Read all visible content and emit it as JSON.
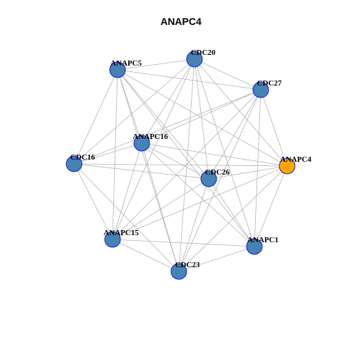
{
  "diagram": {
    "title": "ANAPC4",
    "node_color": "#4682b4",
    "focus_color": "#ffa500",
    "node_border_color": "#1a1adb",
    "edge_color": "#b4b4b4",
    "nodes": [
      {
        "id": "ANAPC5",
        "label": "ANAPC5",
        "focus": false
      },
      {
        "id": "CDC20",
        "label": "CDC20",
        "focus": false
      },
      {
        "id": "CDC27",
        "label": "CDC27",
        "focus": false
      },
      {
        "id": "ANAPC16",
        "label": "ANAPC16",
        "focus": false
      },
      {
        "id": "ANAPC4",
        "label": "ANAPC4",
        "focus": true
      },
      {
        "id": "CDC16",
        "label": "CDC16",
        "focus": false
      },
      {
        "id": "CDC26",
        "label": "CDC26",
        "focus": false
      },
      {
        "id": "ANAPC15",
        "label": "ANAPC15",
        "focus": false
      },
      {
        "id": "ANAPC1",
        "label": "ANAPC1",
        "focus": false
      },
      {
        "id": "CDC23",
        "label": "CDC23",
        "focus": false
      }
    ],
    "edges": [
      [
        "ANAPC5",
        "CDC20"
      ],
      [
        "ANAPC5",
        "CDC27"
      ],
      [
        "ANAPC5",
        "ANAPC16"
      ],
      [
        "ANAPC5",
        "CDC16"
      ],
      [
        "ANAPC5",
        "CDC26"
      ],
      [
        "ANAPC5",
        "ANAPC15"
      ],
      [
        "ANAPC5",
        "ANAPC1"
      ],
      [
        "ANAPC5",
        "CDC23"
      ],
      [
        "ANAPC5",
        "ANAPC4"
      ],
      [
        "CDC20",
        "CDC27"
      ],
      [
        "CDC20",
        "ANAPC16"
      ],
      [
        "CDC20",
        "CDC16"
      ],
      [
        "CDC20",
        "CDC26"
      ],
      [
        "CDC20",
        "ANAPC15"
      ],
      [
        "CDC20",
        "ANAPC1"
      ],
      [
        "CDC20",
        "CDC23"
      ],
      [
        "CDC20",
        "ANAPC4"
      ],
      [
        "CDC27",
        "ANAPC16"
      ],
      [
        "CDC27",
        "CDC16"
      ],
      [
        "CDC27",
        "CDC26"
      ],
      [
        "CDC27",
        "ANAPC15"
      ],
      [
        "CDC27",
        "ANAPC1"
      ],
      [
        "CDC27",
        "CDC23"
      ],
      [
        "CDC27",
        "ANAPC4"
      ],
      [
        "ANAPC16",
        "CDC16"
      ],
      [
        "ANAPC16",
        "CDC26"
      ],
      [
        "ANAPC16",
        "ANAPC15"
      ],
      [
        "ANAPC16",
        "ANAPC1"
      ],
      [
        "ANAPC16",
        "CDC23"
      ],
      [
        "ANAPC16",
        "ANAPC4"
      ],
      [
        "CDC16",
        "CDC26"
      ],
      [
        "CDC16",
        "ANAPC15"
      ],
      [
        "CDC16",
        "CDC23"
      ],
      [
        "CDC16",
        "ANAPC4"
      ],
      [
        "CDC26",
        "ANAPC15"
      ],
      [
        "CDC26",
        "ANAPC1"
      ],
      [
        "CDC26",
        "CDC23"
      ],
      [
        "CDC26",
        "ANAPC4"
      ],
      [
        "ANAPC15",
        "ANAPC1"
      ],
      [
        "ANAPC15",
        "CDC23"
      ],
      [
        "ANAPC15",
        "ANAPC4"
      ],
      [
        "ANAPC1",
        "CDC23"
      ],
      [
        "ANAPC1",
        "ANAPC4"
      ],
      [
        "CDC23",
        "ANAPC4"
      ]
    ]
  }
}
